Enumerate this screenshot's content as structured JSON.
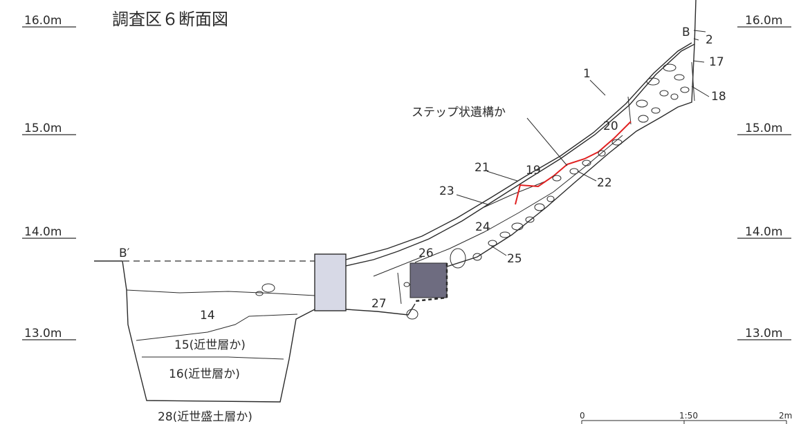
{
  "title": "調査区６断面図",
  "elevations_left": [
    "16.0m",
    "15.0m",
    "14.0m",
    "13.0m"
  ],
  "elevations_right": [
    "16.0m",
    "15.0m",
    "14.0m",
    "13.0m"
  ],
  "section_ends": {
    "east": "B",
    "west": "B′"
  },
  "feature_label": "ステップ状遺構か",
  "layers": [
    "1",
    "2",
    "14",
    "15(近世層か)",
    "16(近世層か)",
    "17",
    "18",
    "19",
    "20",
    "21",
    "22",
    "23",
    "24",
    "25",
    "26",
    "27",
    "28(近世盛土層か)"
  ],
  "scale": {
    "zero": "0",
    "ratio": "1:50",
    "end": "2m"
  },
  "colors": {
    "line": "#2a2a2a",
    "feature": "#e02020",
    "post_light": "#d7d9e6",
    "post_dark": "#6e6c80"
  }
}
